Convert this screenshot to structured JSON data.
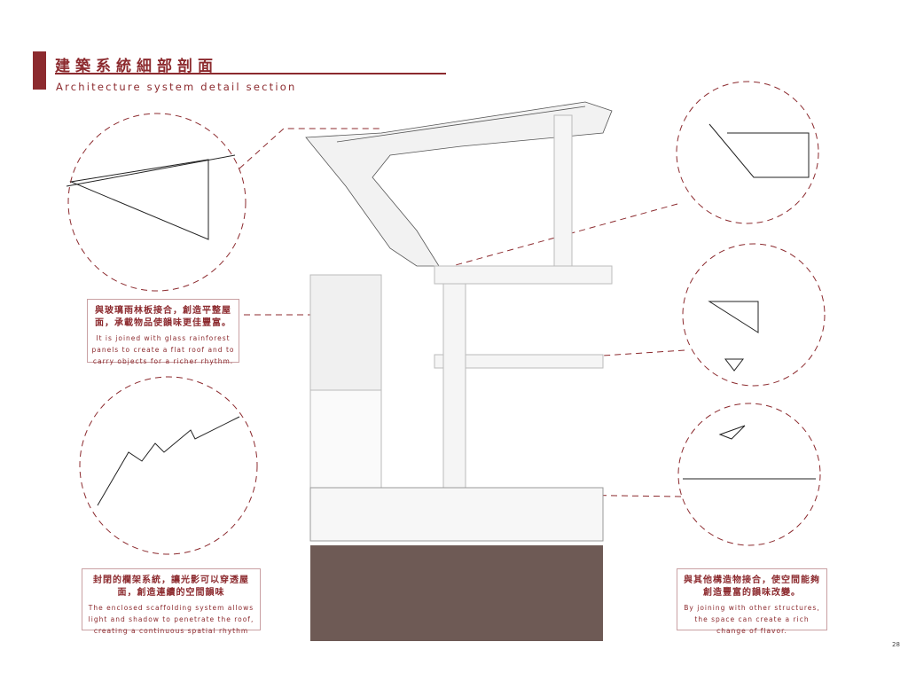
{
  "header": {
    "title_zh": "建築系統細部剖面",
    "title_en": "Architecture system detail section"
  },
  "notes": [
    {
      "zh": "與玻璃雨林板接合，創造平整屋面，承載物品使韻味更佳豐富。",
      "en": "It is joined with glass rainforest panels to create a flat roof and to carry objects for a richer rhythm."
    },
    {
      "zh": "封閉的欄架系統，讓光影可以穿透屋面，創造連續的空間韻味",
      "en": "The enclosed scaffolding system allows light and shadow to penetrate the roof, creating a continuous spatial rhythm"
    },
    {
      "zh": "與其他構造物接合，使空間能夠創造豐富的韻味改變。",
      "en": "By joining with other structures, the space can create a rich change of flavor."
    }
  ],
  "page_number": "28",
  "colors": {
    "accent": "#8c2a2e",
    "ground": "#6e5a55"
  }
}
